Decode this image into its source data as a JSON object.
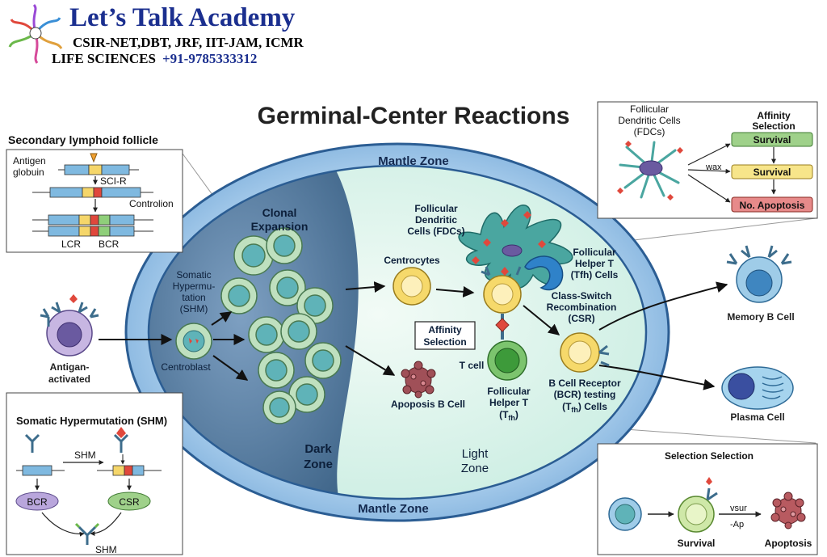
{
  "brand": {
    "name": "Let’s Talk Academy",
    "exams": "CSIR-NET,DBT, JRF, IIT-JAM, ICMR",
    "subject": "LIFE SCIENCES",
    "phone": "+91-9785333312"
  },
  "title": "Germinal-Center Reactions",
  "zones": {
    "mantle_top": "Mantle Zone",
    "mantle_bottom": "Mantle Zone",
    "dark_1": "Dark",
    "dark_2": "Zone",
    "light_1": "Light",
    "light_2": "Zone"
  },
  "labels": {
    "clonal_1": "Clonal",
    "clonal_2": "Expansion",
    "shm_1": "Somatic",
    "shm_2": "Hypermu-",
    "shm_3": "tation",
    "shm_4": "(SHM)",
    "centroblast": "Centroblast",
    "antigen_1": "Antigan-",
    "antigen_2": "activated",
    "fdc_1": "Follicular",
    "fdc_2": "Dendritic",
    "fdc_3": "Cells (FDCs)",
    "centrocytes": "Centrocytes",
    "tfh_1": "Follicular",
    "tfh_2": "Helper T",
    "tfh_3": "(Tfh) Cells",
    "csr_1": "Class-Switch",
    "csr_2": "Recombination",
    "csr_3": "(CSR)",
    "affinity_1": "Affinity",
    "affinity_2": "Selection",
    "tcell": "T cell",
    "fht_1": "Follicular",
    "fht_2": "Helper T",
    "fht_3": "(T",
    "fht_sub": "fh",
    "fht_4": ")",
    "bcr_1": "B Cell Receptor",
    "bcr_2": "(BCR) testing",
    "bcr_3": "(T",
    "bcr_sub": "fh",
    "bcr_4": ") Cells",
    "apoptosis_b": "Apoposis B Cell",
    "memory": "Memory B Cell",
    "plasma": "Plasma Cell"
  },
  "inset_follicle": {
    "heading": "Secondary lymphoid follicle",
    "antigen_1": "Antigen",
    "antigen_2": "globuin",
    "sci": "SCI-R",
    "controlion": "Controlion",
    "lcr": "LCR",
    "bcr": "BCR"
  },
  "inset_shm": {
    "heading": "Somatic Hypermutation (SHM)",
    "shm_arrow": "SHM",
    "bcr": "BCR",
    "csr": "CSR",
    "shm_bottom": "SHM"
  },
  "inset_fdc": {
    "fdc_1": "Follicular",
    "fdc_2": "Dendritic Cells",
    "fdc_3": "(FDCs)",
    "aff_1": "Affinity",
    "aff_2": "Selection",
    "survival_1": "Survival",
    "survival_2": "Survival",
    "no_apoptosis": "No. Apoptosis",
    "wax": "wax"
  },
  "inset_selection": {
    "heading": "Selection Selection",
    "survival": "Survival",
    "apoptosis": "Apoptosis",
    "vsur": "vsur",
    "ap": "-Ap"
  },
  "colors": {
    "mantle": "#a9cdec",
    "dark_zone": "#5b7fa6",
    "light_zone": "#def4ec",
    "cell_green": "#bfe0bf",
    "cell_teal": "#5fb3b8",
    "cell_yellow": "#f6d96b",
    "fdc_teal": "#4aa6a0",
    "survival_green": "#9fd18a",
    "survival_yellow": "#f7e58a",
    "apoptosis_red": "#e78a8a"
  }
}
